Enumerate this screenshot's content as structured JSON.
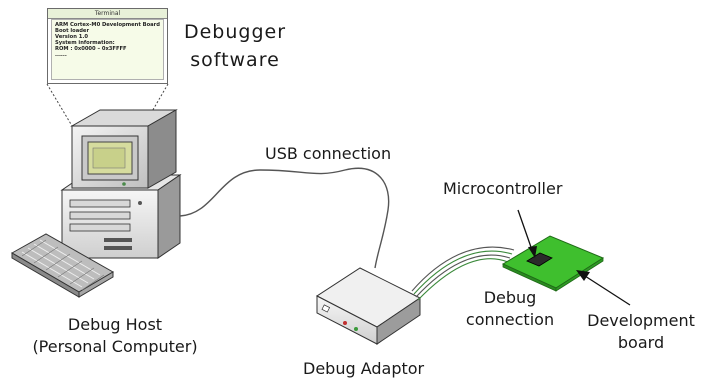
{
  "terminal": {
    "title": "Terminal",
    "lines": [
      "ARM Cortex-M0 Development Board",
      "Boot loader",
      "Version 1.0",
      "System information:",
      "ROM : 0x0000 – 0x3FFFF",
      "......"
    ]
  },
  "labels": {
    "debugger_software_line1": "Debugger",
    "debugger_software_line2": "software",
    "usb_connection": "USB connection",
    "microcontroller": "Microcontroller",
    "debug_connection_line1": "Debug",
    "debug_connection_line2": "connection",
    "development_board_line1": "Development",
    "development_board_line2": "board",
    "debug_host_line1": "Debug Host",
    "debug_host_line2": "(Personal Computer)",
    "debug_adaptor": "Debug Adaptor"
  },
  "colors": {
    "board_green": "#3fbf2e",
    "terminal_bar": "#e8f1d8",
    "chip": "#2a2a2a"
  }
}
